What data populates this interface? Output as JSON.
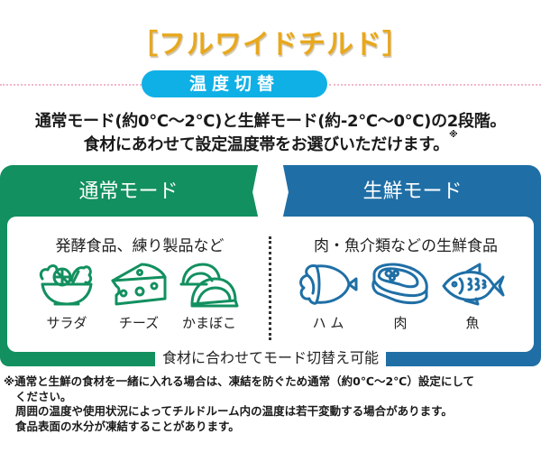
{
  "header": {
    "title": "［フルワイドチルド］",
    "pill_label": "温度切替"
  },
  "lead": {
    "line1": "通常モード(約0℃〜2℃)と生鮮モード(約-2℃〜0℃)の2段階。",
    "line2": "食材にあわせて設定温度帯をお選びいただけます。",
    "line2_mark": "※"
  },
  "modes": {
    "normal": {
      "label": "通常モード",
      "color": "#12905f",
      "heading": "発酵食品、練り製品など",
      "items": [
        {
          "label": "サラダ",
          "icon": "salad-icon"
        },
        {
          "label": "チーズ",
          "icon": "cheese-icon"
        },
        {
          "label": "かまぼこ",
          "icon": "kamaboko-icon"
        }
      ]
    },
    "fresh": {
      "label": "生鮮モード",
      "color": "#1f6fa6",
      "heading": "肉・魚介類などの生鮮食品",
      "items": [
        {
          "label": "ハ ム",
          "icon": "ham-icon"
        },
        {
          "label": "肉",
          "icon": "meat-icon"
        },
        {
          "label": "魚",
          "icon": "fish-icon"
        }
      ]
    },
    "switch_label": "食材に合わせてモード切替え可能"
  },
  "notes": {
    "line1": "※通常と生鮮の食材を一緒に入れる場合は、凍結を防ぐため通常（約0℃〜2℃）設定にして",
    "line2": "ください。",
    "line3": "周囲の温度や使用状況によってチルドルーム内の温度は若干変動する場合があります。",
    "line4": "食品表面の水分が凍結することがあります。"
  },
  "colors": {
    "title": "#e8a81c",
    "pill": "#0fb0e6",
    "normal": "#12905f",
    "fresh": "#1f6fa6",
    "dotline": "#f2b7c8"
  }
}
